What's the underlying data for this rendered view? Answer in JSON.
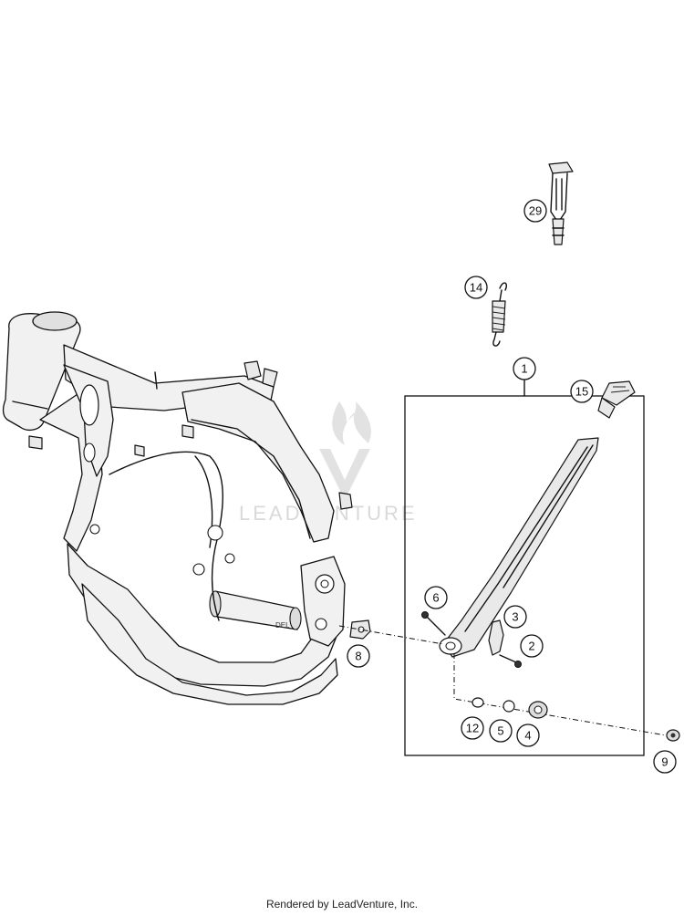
{
  "callouts": [
    {
      "id": "29",
      "label": "29"
    },
    {
      "id": "14",
      "label": "14"
    },
    {
      "id": "1",
      "label": "1"
    },
    {
      "id": "15",
      "label": "15"
    },
    {
      "id": "6",
      "label": "6"
    },
    {
      "id": "3",
      "label": "3"
    },
    {
      "id": "2",
      "label": "2"
    },
    {
      "id": "8",
      "label": "8"
    },
    {
      "id": "12",
      "label": "12"
    },
    {
      "id": "5",
      "label": "5"
    },
    {
      "id": "4",
      "label": "4"
    },
    {
      "id": "9",
      "label": "9"
    }
  ],
  "watermark": {
    "brand": "LEADVENTURE"
  },
  "footer": {
    "text": "Rendered by LeadVenture, Inc."
  }
}
